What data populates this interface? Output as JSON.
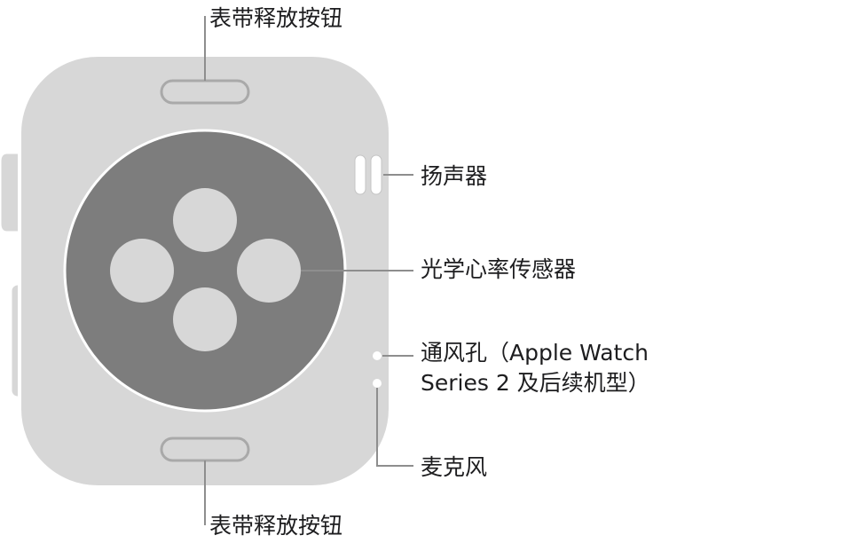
{
  "labels": {
    "band_release_top": "表带释放按钮",
    "speaker": "扬声器",
    "heart_rate_sensor": "光学心率传感器",
    "vent_line1": "通风孔（Apple Watch",
    "vent_line2": "Series 2 及后续机型）",
    "microphone": "麦克风",
    "band_release_bottom": "表带释放按钮"
  },
  "colors": {
    "case": "#d7d7d7",
    "case_outline": "#a9a9a9",
    "sensor_disc": "#7d7d7d",
    "sensor_lens": "#d7d7d7",
    "leader_line": "#8e8e8e",
    "text": "#1d1d1f"
  }
}
